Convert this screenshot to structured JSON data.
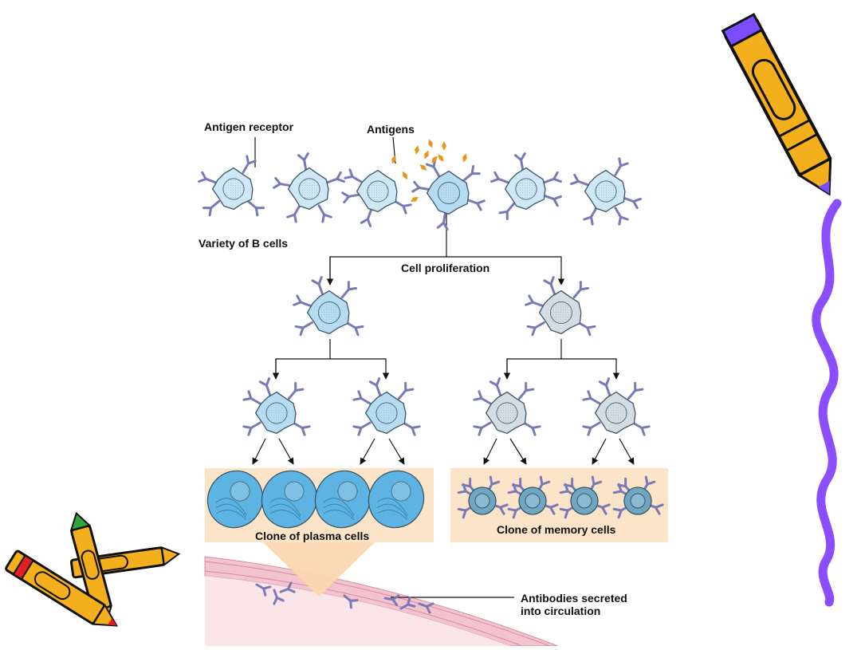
{
  "labels": {
    "antigen_receptor": "Antigen receptor",
    "antigens": "Antigens",
    "variety_b_cells": "Variety of B cells",
    "cell_proliferation": "Cell proliferation",
    "clone_plasma": "Clone of plasma cells",
    "clone_memory": "Clone of memory cells",
    "antibodies_line1": "Antibodies secreted",
    "antibodies_line2": "into circulation"
  },
  "colors": {
    "b_cell_fill": "#cfe8f6",
    "b_cell_stroke": "#3d5566",
    "selected_cell_fill": "#b6dcf1",
    "memory_lineage_fill": "#d3dde3",
    "plasma_fill": "#5db4e2",
    "memory_cell_fill": "#6fa7c3",
    "receptor": "#7a79b8",
    "antigen": "#e8961e",
    "panel_bg": "#fbe4c8",
    "vessel_wall": "#f3c4cf",
    "vessel_lumen": "#fbe5e9",
    "crayon_body": "#f4b01c",
    "crayon_tip_purple": "#7a4dff",
    "crayon_tip_red": "#e01e24",
    "crayon_tip_green": "#2fa43a",
    "squiggle": "#8a4dff"
  },
  "decorations": {
    "left_clipart": "crayons-clipart",
    "right_clipart": "crayon-with-squiggle-clipart"
  }
}
